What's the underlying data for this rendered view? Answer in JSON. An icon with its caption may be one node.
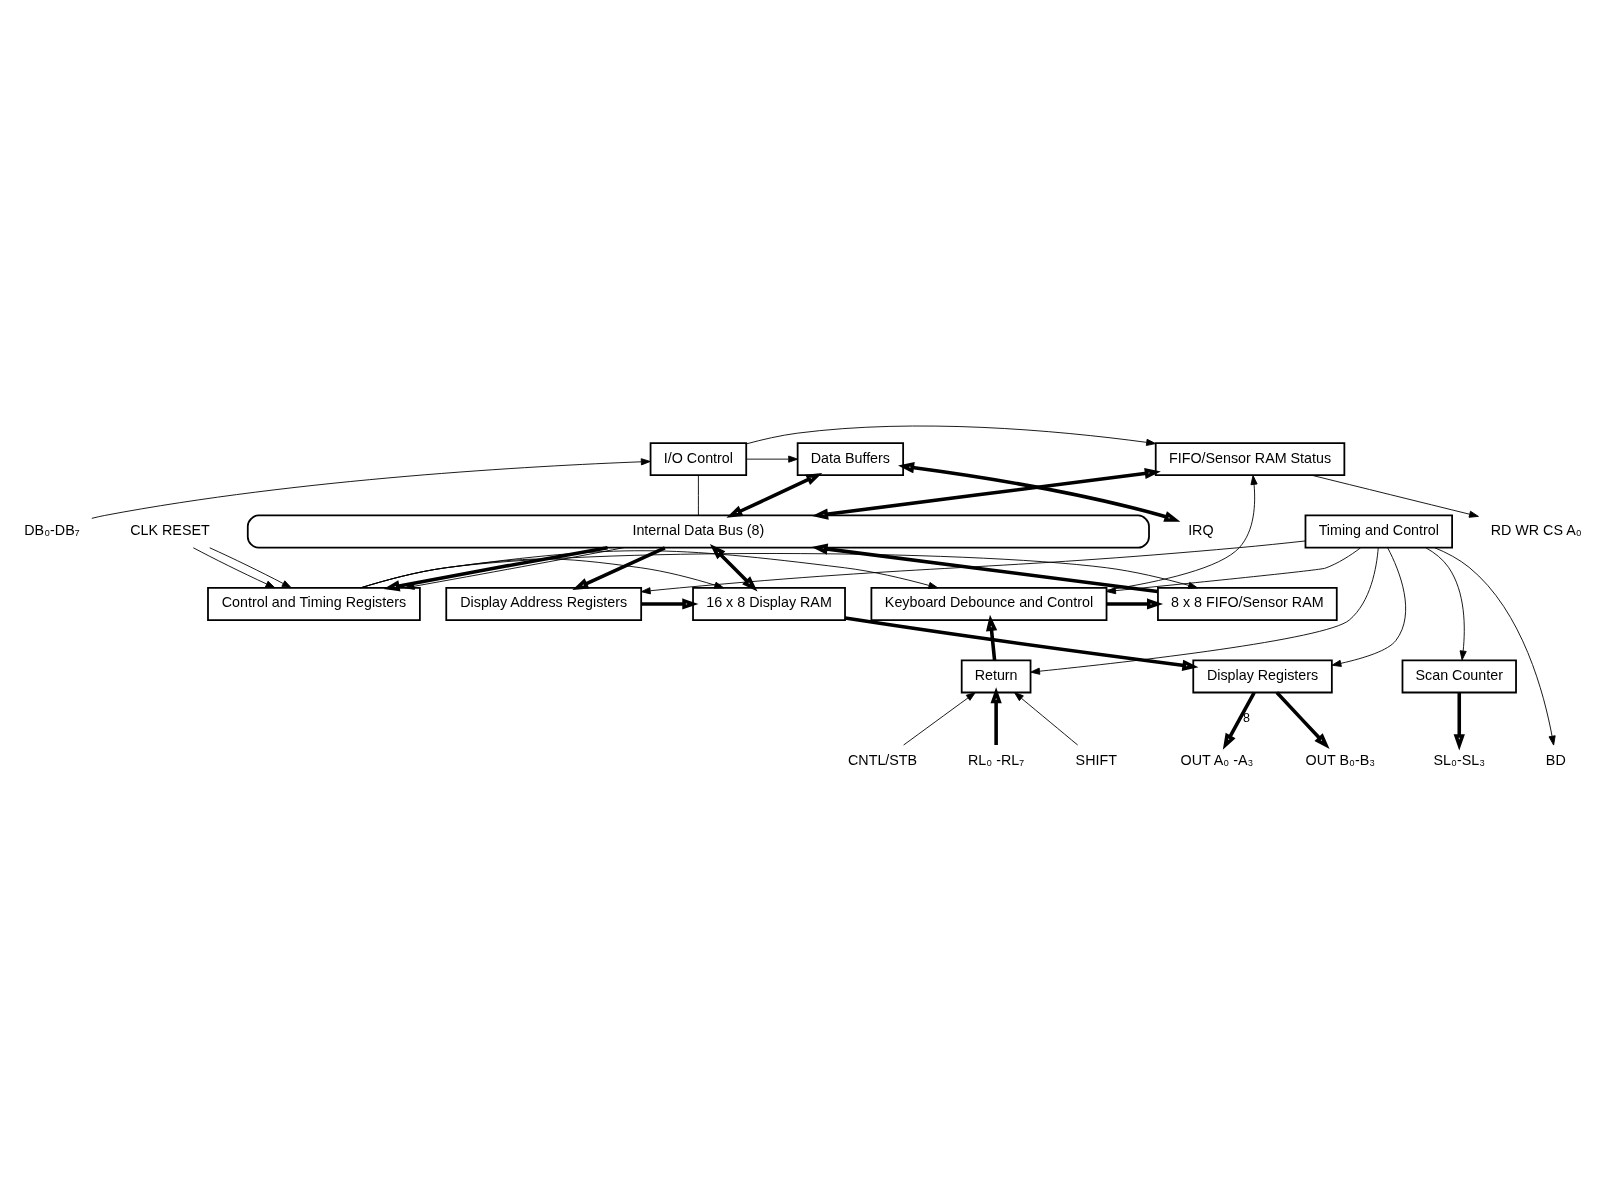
{
  "diagram": {
    "nodes": [
      {
        "text": [
          "Data Buffers"
        ]
      },
      {
        "text": [
          "I/O Control"
        ]
      },
      {
        "text": [
          "FIFO/Sensor RAM Status"
        ]
      },
      {
        "text": [
          "Internal Data Bus (8)"
        ]
      },
      {
        "text": [
          "Display Address Registers"
        ]
      },
      {
        "text": [
          "16 x 8 Display RAM"
        ]
      },
      {
        "text": [
          "Control and Timing Registers"
        ]
      },
      {
        "text": [
          "8 x 8 FIFO/Sensor RAM"
        ]
      },
      {
        "text": [
          "Keyboard Debounce and Control"
        ]
      },
      {
        "text": [
          "Timing and Control"
        ]
      },
      {
        "text": [
          "Display Registers"
        ]
      },
      {
        "text": [
          "Scan Counter"
        ]
      },
      {
        "text": [
          "Return"
        ]
      },
      {
        "text": [
          "CLK RESET"
        ]
      },
      {
        "text": [
          "IRQ"
        ]
      },
      {
        "text": [
          "DB₀-DB₇"
        ]
      },
      {
        "text": [
          "RD WR CS A₀"
        ]
      },
      {
        "text": [
          "OUT A₀ -A₃"
        ]
      },
      {
        "text": [
          "OUT B₀-B₃"
        ]
      },
      {
        "text": [
          "BD"
        ]
      },
      {
        "text": [
          "SL₀-SL₃"
        ]
      },
      {
        "text": [
          "RL₀ -RL₇"
        ]
      },
      {
        "text": [
          "SHIFT"
        ]
      },
      {
        "text": [
          "CNTL/STB"
        ]
      }
    ],
    "edges": [
      {
        "from": 14,
        "to": 0,
        "arrow": "both",
        "style": "thick"
      },
      {
        "from": 13,
        "to": 6,
        "arrow": "to"
      },
      {
        "from": 13,
        "to": 6,
        "arrow": "to"
      },
      {
        "from": 15,
        "to": 1,
        "arrow": "to"
      },
      {
        "from": 2,
        "to": 16,
        "arrow": "to"
      },
      {
        "from": 1,
        "to": 0,
        "arrow": "to"
      },
      {
        "from": 1,
        "to": 2,
        "arrow": "to"
      },
      {
        "from": 1,
        "to": 3,
        "arrow": "none"
      },
      {
        "from": 0,
        "to": 3,
        "arrow": "both",
        "style": "thick"
      },
      {
        "from": 2,
        "to": 3,
        "arrow": "both",
        "style": "thick"
      },
      {
        "from": 3,
        "to": 4,
        "arrow": "to",
        "style": "thick"
      },
      {
        "from": 3,
        "to": 5,
        "arrow": "both",
        "style": "thick"
      },
      {
        "from": 3,
        "to": 6,
        "arrow": "to",
        "style": "thick"
      },
      {
        "from": 3,
        "to": 6,
        "arrow": "to"
      },
      {
        "from": 7,
        "to": 3,
        "arrow": "to",
        "style": "thick"
      },
      {
        "from": 4,
        "to": 5,
        "arrow": "to",
        "style": "thick"
      },
      {
        "from": 6,
        "to": 5,
        "arrow": "to"
      },
      {
        "from": 6,
        "to": 7,
        "arrow": "to"
      },
      {
        "from": 6,
        "to": 8,
        "arrow": "to"
      },
      {
        "from": 8,
        "to": 7,
        "arrow": "to",
        "style": "thick"
      },
      {
        "from": 8,
        "to": 2,
        "arrow": "to"
      },
      {
        "from": 5,
        "to": 10,
        "arrow": "to",
        "style": "thick"
      },
      {
        "from": 9,
        "to": 4,
        "arrow": "to"
      },
      {
        "from": 9,
        "to": 10,
        "arrow": "to"
      },
      {
        "from": 9,
        "to": 11,
        "arrow": "to"
      },
      {
        "from": 9,
        "to": 8,
        "arrow": "to"
      },
      {
        "from": 9,
        "to": 12,
        "arrow": "to"
      },
      {
        "from": 9,
        "to": 19,
        "arrow": "to"
      },
      {
        "from": 11,
        "to": 20,
        "arrow": "to",
        "style": "thick"
      },
      {
        "from": 12,
        "to": 8,
        "arrow": "to",
        "style": "thick"
      },
      {
        "from": 21,
        "to": 12,
        "arrow": "to",
        "style": "thick"
      },
      {
        "from": 22,
        "to": 12,
        "arrow": "to"
      },
      {
        "from": 23,
        "to": 12,
        "arrow": "to"
      },
      {
        "from": 10,
        "to": 17,
        "arrow": "to",
        "style": "thick",
        "label": "8"
      },
      {
        "from": 10,
        "to": 18,
        "arrow": "to",
        "style": "thick"
      }
    ]
  }
}
